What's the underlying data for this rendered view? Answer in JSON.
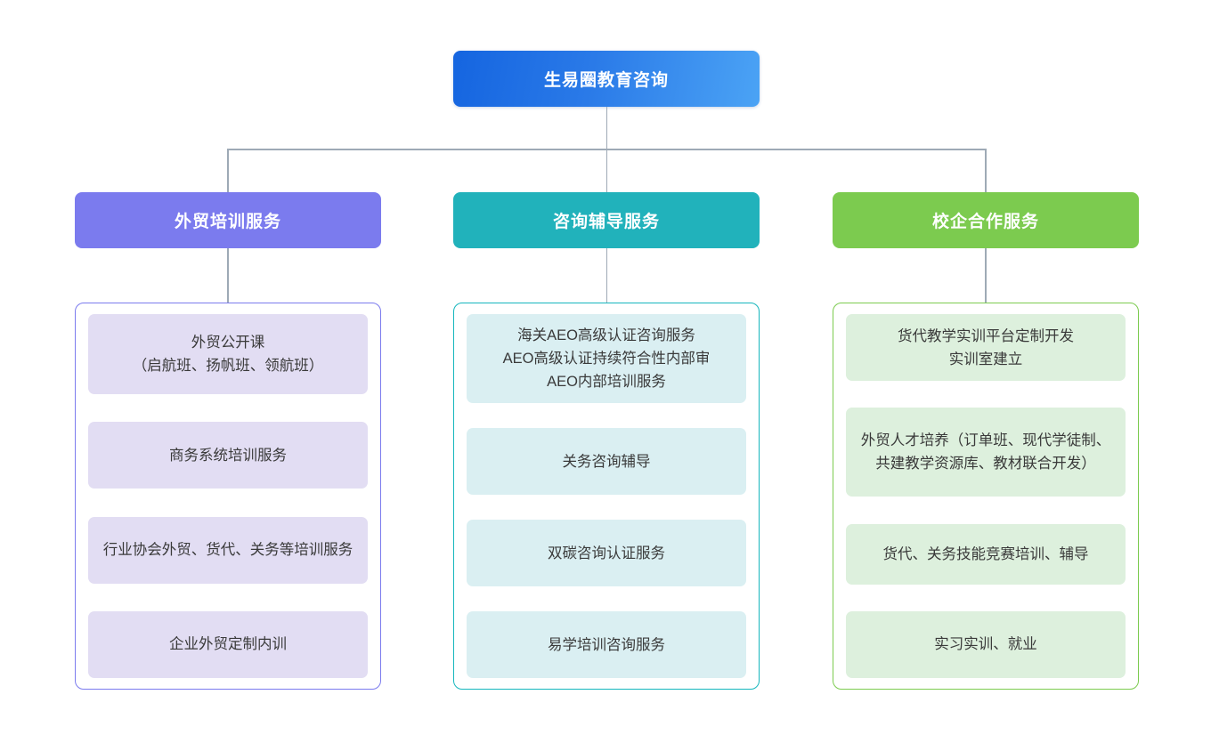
{
  "diagram": {
    "type": "organization-chart",
    "root": {
      "label": "生易圈教育咨询",
      "color": "#2a7ae8"
    },
    "branches": [
      {
        "id": "foreign-trade-training",
        "label": "外贸培训服务",
        "color": "#7b7bee",
        "chip_color": "#e2ddf3",
        "items": [
          "外贸公开课\n（启航班、扬帆班、领航班）",
          "商务系统培训服务",
          "行业协会外贸、货代、关务等培训服务",
          "企业外贸定制内训"
        ]
      },
      {
        "id": "consulting-tutoring",
        "label": "咨询辅导服务",
        "color": "#21b2bb",
        "chip_color": "#daeff2",
        "items": [
          "海关AEO高级认证咨询服务\nAEO高级认证持续符合性内部审\nAEO内部培训服务",
          "关务咨询辅导",
          "双碳咨询认证服务",
          "易学培训咨询服务"
        ]
      },
      {
        "id": "school-enterprise-cooperation",
        "label": "校企合作服务",
        "color": "#7ccb4f",
        "chip_color": "#ddf0dd",
        "items": [
          "货代教学实训平台定制开发\n实训室建立",
          "外贸人才培养（订单班、现代学徒制、共建教学资源库、教材联合开发）",
          "货代、关务技能竞赛培训、辅导",
          "实习实训、就业"
        ]
      }
    ],
    "connector_color": "#9eaab6"
  }
}
